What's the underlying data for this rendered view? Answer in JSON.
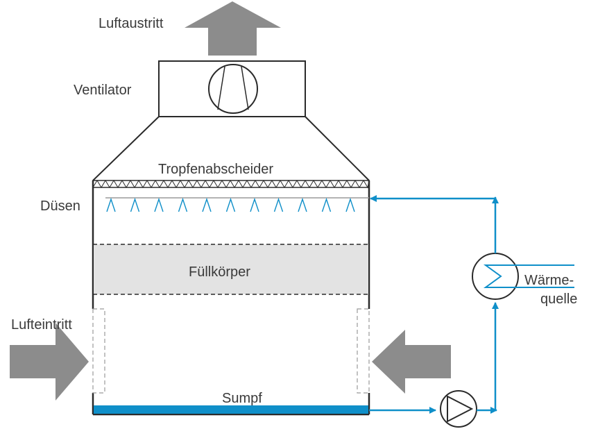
{
  "labels": {
    "air_outlet": "Luftaustritt",
    "fan": "Ventilator",
    "drift_eliminator": "Tropfenabscheider",
    "nozzles": "Düsen",
    "fill": "Füllkörper",
    "air_inlet": "Lufteintritt",
    "heat_source_line1": "Wärme-",
    "heat_source_line2": "quelle",
    "sump": "Sumpf"
  },
  "colors": {
    "water": "#0f8fc9",
    "outline": "#2a2a2a",
    "arrow_gray": "#8c8c8c",
    "fill_gray": "#e3e3e3",
    "text": "#3a3a3a"
  },
  "icons": [
    "fan-icon",
    "pump-icon",
    "heat-exchanger-icon",
    "air-arrow-icon"
  ]
}
